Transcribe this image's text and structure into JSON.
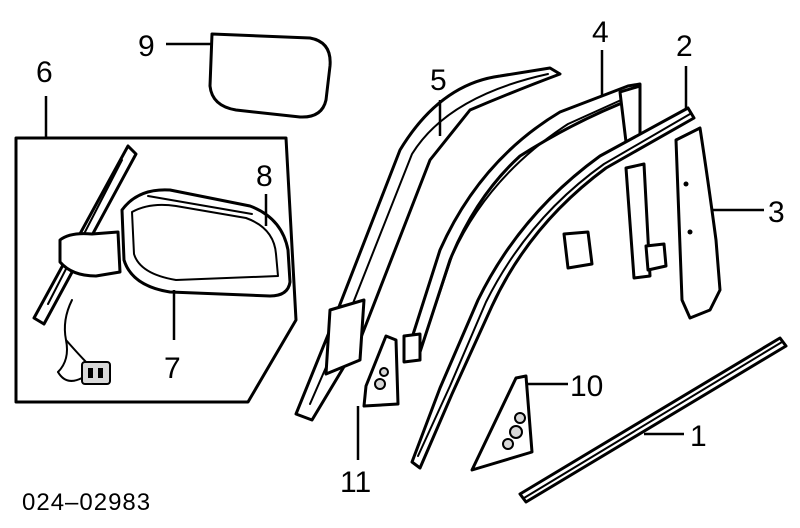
{
  "diagram": {
    "callouts": {
      "c1": "1",
      "c2": "2",
      "c3": "3",
      "c4": "4",
      "c5": "5",
      "c6": "6",
      "c7": "7",
      "c8": "8",
      "c9": "9",
      "c10": "10",
      "c11": "11"
    },
    "reference_number": "024–02983"
  }
}
